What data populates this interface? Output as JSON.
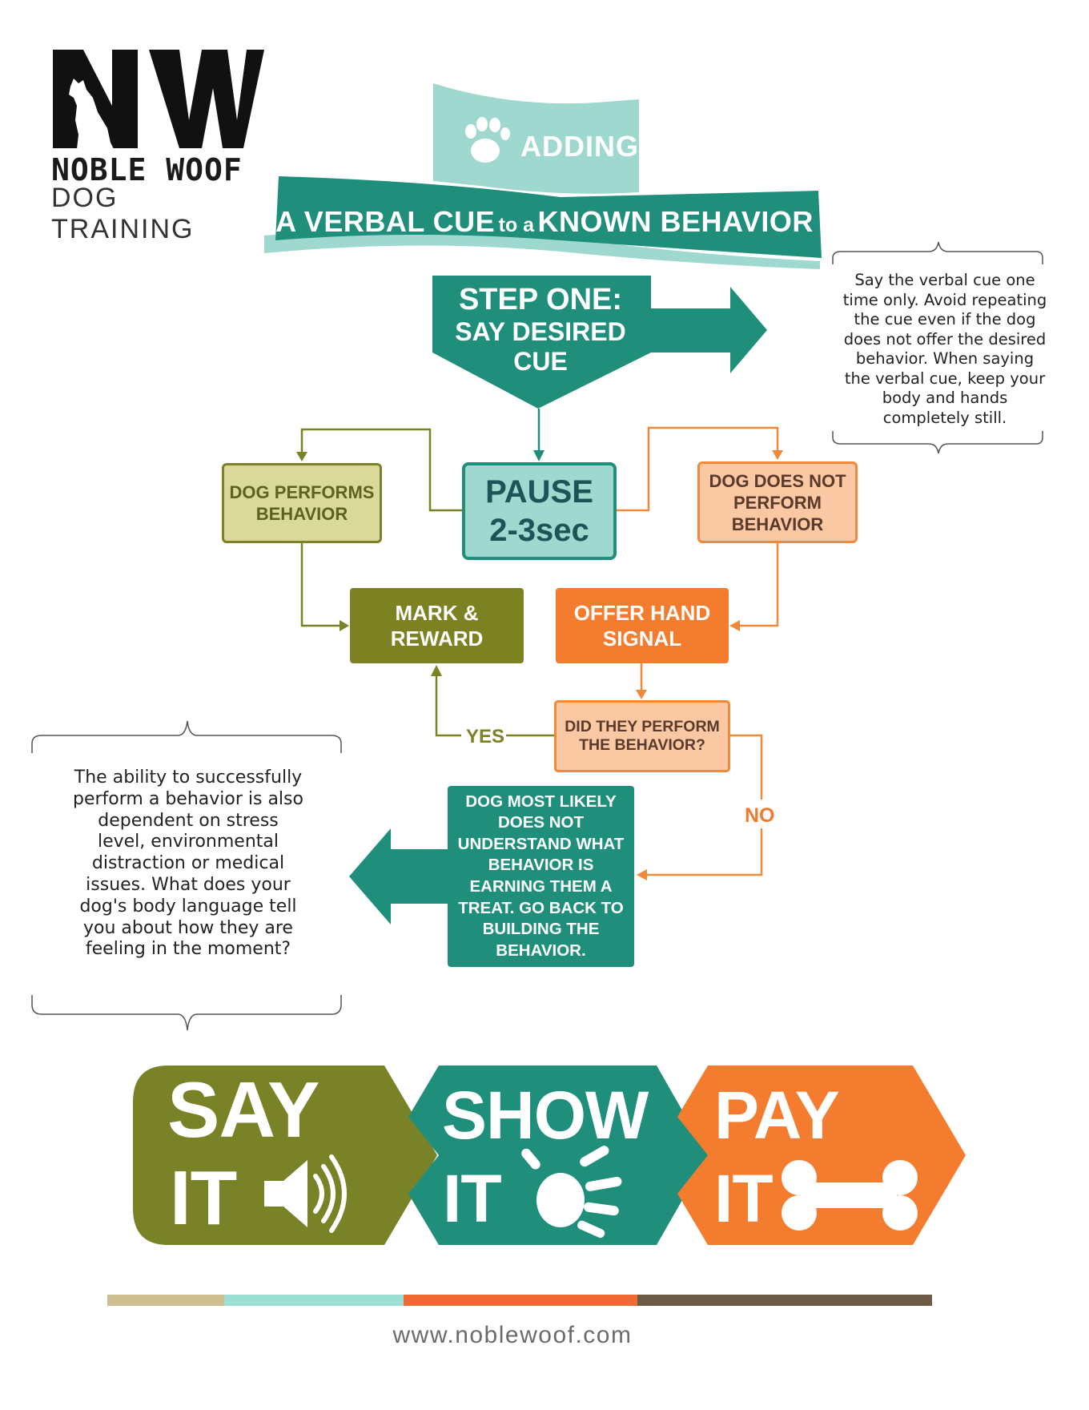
{
  "logo": {
    "monogram": "NW",
    "name": "NOBLE WOOF",
    "subtitle": "DOG TRAINING"
  },
  "banner": {
    "tag": "ADDING",
    "title_part1": "A VERBAL CUE",
    "title_part2": "to a",
    "title_part3": "KNOWN BEHAVIOR"
  },
  "step_one": {
    "title": "STEP ONE:",
    "line1": "SAY DESIRED",
    "line2": "CUE"
  },
  "notes": {
    "right": "Say the verbal cue one time only. Avoid repeating the cue even if the dog does not offer the desired behavior. When saying the verbal cue, keep your body and hands completely still.",
    "left": "The ability to successfully perform a behavior is also dependent on stress level, environmental distraction or medical issues. What does your dog's body language tell you about how they are feeling in the moment?"
  },
  "flow": {
    "dog_performs": "DOG PERFORMS BEHAVIOR",
    "pause_line1": "PAUSE",
    "pause_line2": "2-3sec",
    "dog_not": "DOG DOES NOT PERFORM BEHAVIOR",
    "mark_reward": "MARK & REWARD",
    "offer_hand": "OFFER HAND SIGNAL",
    "did_they": "DID THEY PERFORM THE BEHAVIOR?",
    "yes": "YES",
    "no": "NO",
    "likely": "DOG MOST LIKELY DOES NOT UNDERSTAND WHAT BEHAVIOR IS EARNING THEM A TREAT. GO BACK TO BUILDING THE BEHAVIOR."
  },
  "chevrons": {
    "say_1": "SAY",
    "say_2": "IT",
    "show_1": "SHOW",
    "show_2": "IT",
    "pay_1": "PAY",
    "pay_2": "IT"
  },
  "icons": {
    "paw": "paw-icon",
    "speaker": "speaker-icon",
    "hand": "hand-icon",
    "bone": "bone-icon",
    "dog": "dog-silhouette-icon"
  },
  "colors": {
    "teal": "#1f8f7c",
    "light_teal": "#9fd8cf",
    "olive": "#7c8222",
    "light_olive": "#d9d99a",
    "orange": "#f47c2e",
    "light_orange": "#fbc8a4",
    "tan": "#cdbf92",
    "brown": "#6d5c45"
  },
  "footer": {
    "url": "www.noblewoof.com"
  }
}
